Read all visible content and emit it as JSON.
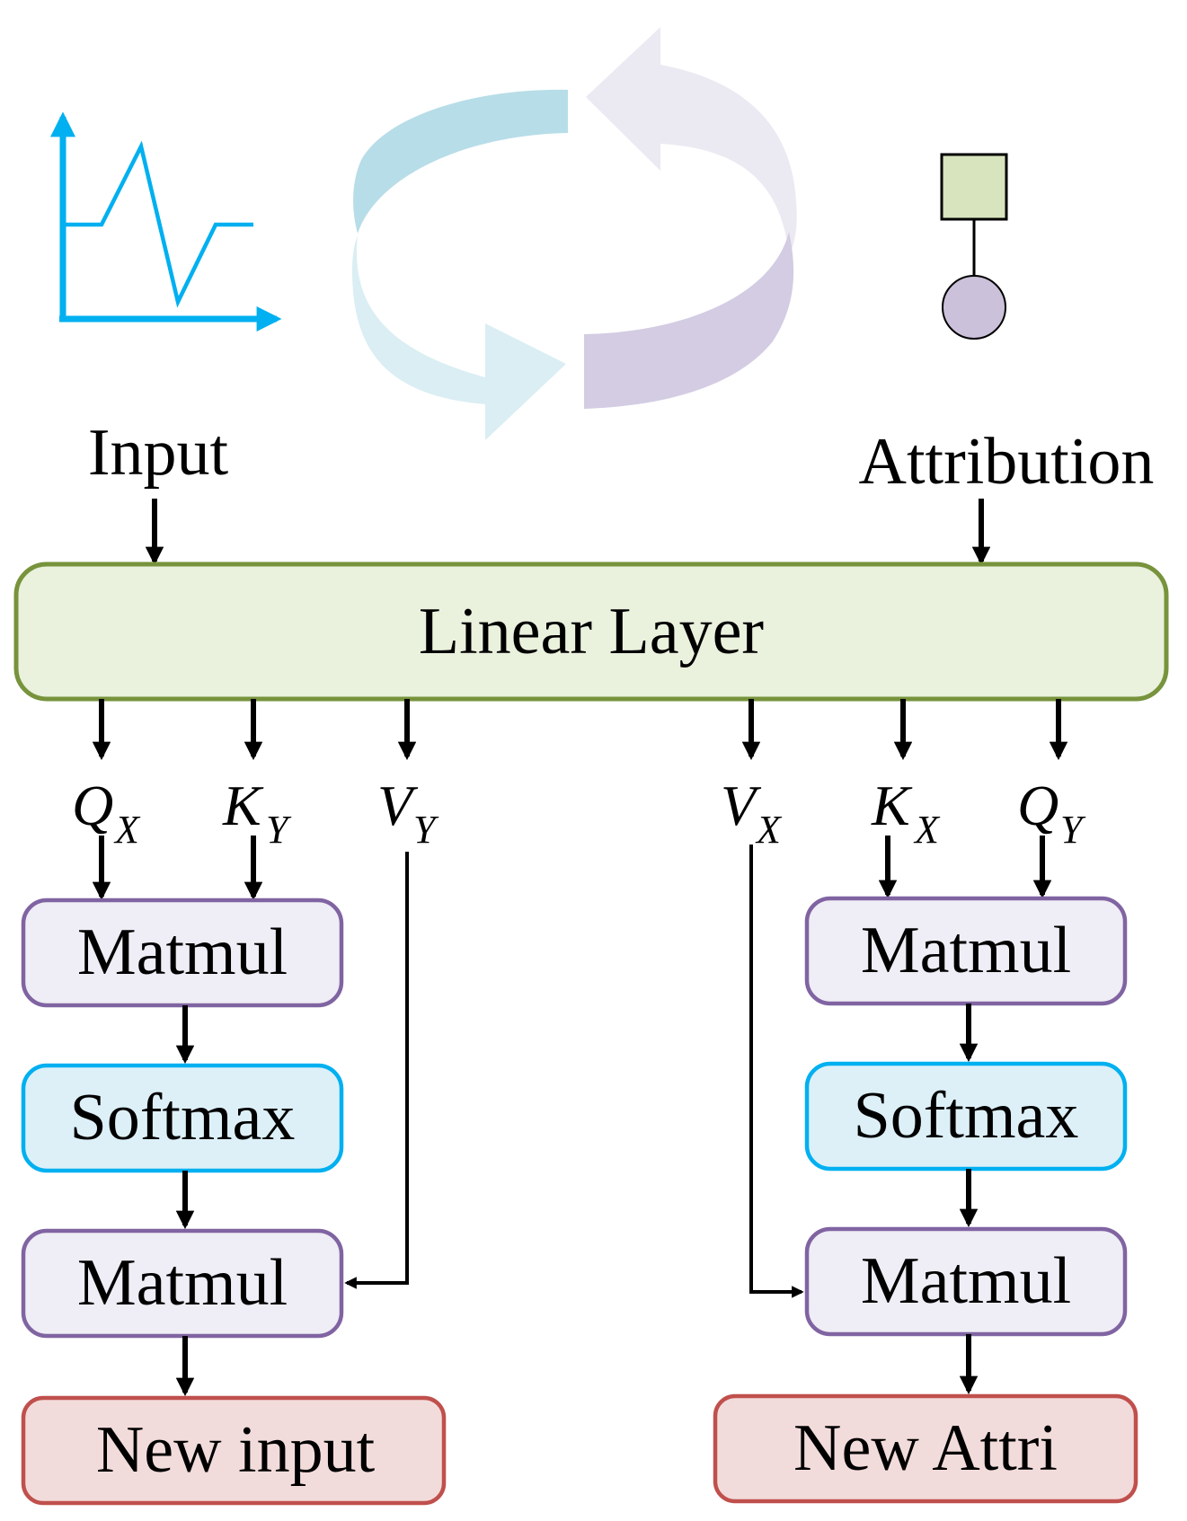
{
  "labels": {
    "input": "Input",
    "attribution": "Attribution"
  },
  "linear_layer": {
    "label": "Linear Layer"
  },
  "variables": {
    "qx": {
      "main": "Q",
      "sub": "X"
    },
    "ky": {
      "main": "K",
      "sub": "Y"
    },
    "vy": {
      "main": "V",
      "sub": "Y"
    },
    "vx": {
      "main": "V",
      "sub": "X"
    },
    "kx": {
      "main": "K",
      "sub": "X"
    },
    "qy": {
      "main": "Q",
      "sub": "Y"
    }
  },
  "left_branch": {
    "matmul1": "Matmul",
    "softmax": "Softmax",
    "matmul2": "Matmul",
    "output": "New input"
  },
  "right_branch": {
    "matmul1": "Matmul",
    "softmax": "Softmax",
    "matmul2": "Matmul",
    "output": "New Attri"
  },
  "colors": {
    "linear_fill": "#eaf1dd",
    "linear_stroke": "#77933c",
    "matmul_fill": "#efedf5",
    "matmul_stroke": "#8064a2",
    "softmax_fill": "#ddf0f8",
    "softmax_stroke": "#00b0f0",
    "output_fill": "#f2dcdb",
    "output_stroke": "#c0504d",
    "chart_icon": "#00b0f0",
    "node_square_fill": "#d7e4bd",
    "node_circle_fill": "#ccc1da",
    "cycle_teal": "#b7dde8",
    "cycle_teal_light": "#daeef3",
    "cycle_lavender_light": "#ebe9f2",
    "cycle_lavender": "#d3cce3"
  }
}
